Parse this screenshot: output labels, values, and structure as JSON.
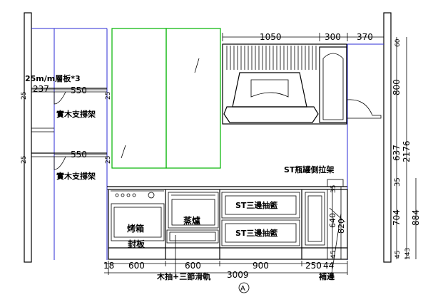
{
  "labels": {
    "shelf_note": "25m/m層板*3",
    "support1": "實木支撐架",
    "support2": "實木支撐架",
    "st_pullout": "ST瓶罐側拉架",
    "drawer1": "ST三邊抽籃",
    "drawer2": "ST三邊抽籃",
    "oven": "烤箱",
    "steamer": "蒸爐",
    "cover": "封板",
    "slide_note": "木抽+三節滑軌",
    "trim_note": "補邊",
    "view_mark": "A"
  },
  "dims": {
    "top_1050": "1050",
    "top_300": "300",
    "top_370": "370",
    "top_60": "60",
    "left_237": "237",
    "left_550a": "550",
    "left_550b": "550",
    "left_25a": "25",
    "left_25b": "25",
    "left_25c": "25",
    "left_25d": "25",
    "bot_18": "18",
    "bot_600a": "600",
    "bot_600b": "600",
    "bot_900": "900",
    "bot_250": "250",
    "bot_44": "44",
    "bot_3009": "3009",
    "r_800": "800",
    "r_637": "637",
    "r_2176": "2176",
    "r_35": "35",
    "r_704": "704",
    "r_884": "884",
    "r_640": "640",
    "r_820": "820",
    "r_35b": "35",
    "r_45": "45",
    "r_45b": "45",
    "r_143": "143"
  }
}
